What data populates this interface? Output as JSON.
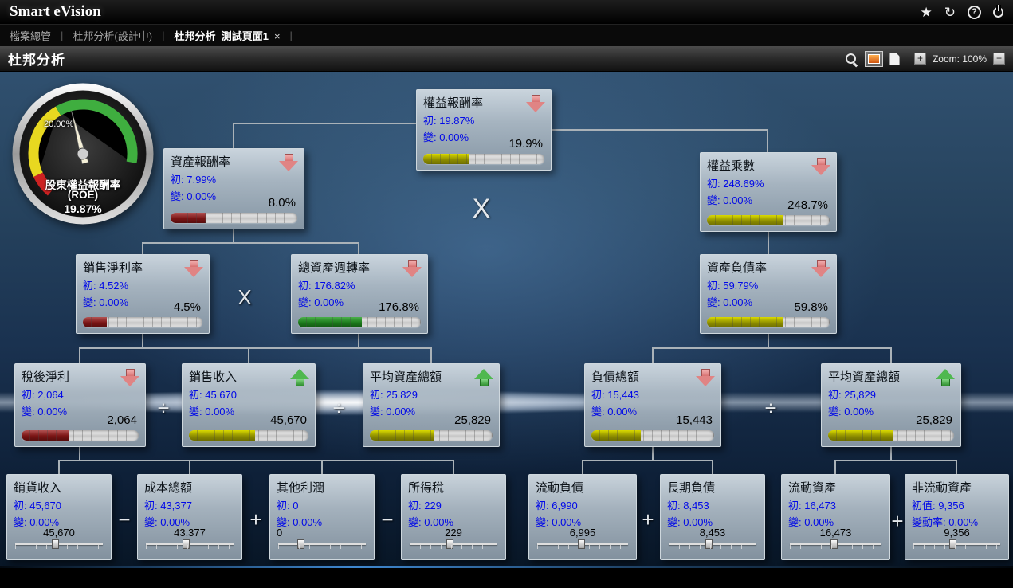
{
  "topbar": {
    "brand": "Smart eVision",
    "icons": {
      "star": "★",
      "refresh": "↻",
      "help": "?"
    }
  },
  "tabbar": {
    "separator": "|",
    "tabs": [
      {
        "label": "檔案總管"
      },
      {
        "label": "杜邦分析(設計中)"
      },
      {
        "label": "杜邦分析_測試頁面1",
        "close": "×"
      }
    ]
  },
  "titlebar": {
    "title": "杜邦分析",
    "zoom_in": "+",
    "zoom_label": "Zoom: 100%",
    "zoom_out": "−"
  },
  "gauge": {
    "tick_label": "20.00%",
    "title": "股東權益報酬率",
    "subtitle": "(ROE)",
    "value": "19.87%",
    "colors": {
      "low": "#cc2222",
      "mid": "#e8d820",
      "high": "#3fae3f"
    }
  },
  "operators": [
    "X",
    "X",
    "÷",
    "÷",
    "÷",
    "−",
    "+",
    "−",
    "+",
    "+"
  ],
  "nodes": {
    "roe": {
      "title": "權益報酬率",
      "init": "初: 19.87%",
      "change": "變: 0.00%",
      "value": "19.9%",
      "trend": "down",
      "bar_pct": 38,
      "bar_class": "olive"
    },
    "roa": {
      "title": "資產報酬率",
      "init": "初: 7.99%",
      "change": "變: 0.00%",
      "value": "8.0%",
      "trend": "down",
      "bar_pct": 28,
      "bar_class": "darkred"
    },
    "equity_multiplier": {
      "title": "權益乘數",
      "init": "初: 248.69%",
      "change": "變: 0.00%",
      "value": "248.7%",
      "trend": "down",
      "bar_pct": 62,
      "bar_class": "olive"
    },
    "net_profit_margin": {
      "title": "銷售淨利率",
      "init": "初: 4.52%",
      "change": "變: 0.00%",
      "value": "4.5%",
      "trend": "down",
      "bar_pct": 20,
      "bar_class": "darkred"
    },
    "asset_turnover": {
      "title": "總資產週轉率",
      "init": "初: 176.82%",
      "change": "變: 0.00%",
      "value": "176.8%",
      "trend": "down",
      "bar_pct": 52,
      "bar_class": "green"
    },
    "debt_ratio": {
      "title": "資產負債率",
      "init": "初: 59.79%",
      "change": "變: 0.00%",
      "value": "59.8%",
      "trend": "down",
      "bar_pct": 62,
      "bar_class": "olive"
    },
    "net_income": {
      "title": "稅後淨利",
      "init": "初: 2,064",
      "change": "變: 0.00%",
      "value": "2,064",
      "trend": "down",
      "bar_pct": 40,
      "bar_class": "darkred"
    },
    "sales_revenue": {
      "title": "銷售收入",
      "init": "初: 45,670",
      "change": "變: 0.00%",
      "value": "45,670",
      "trend": "up",
      "bar_pct": 55,
      "bar_class": "olive"
    },
    "avg_total_assets_left": {
      "title": "平均資產總額",
      "init": "初: 25,829",
      "change": "變: 0.00%",
      "value": "25,829",
      "trend": "up",
      "bar_pct": 52,
      "bar_class": "olive"
    },
    "total_liabilities": {
      "title": "負債總額",
      "init": "初: 15,443",
      "change": "變: 0.00%",
      "value": "15,443",
      "trend": "down",
      "bar_pct": 40,
      "bar_class": "olive"
    },
    "avg_total_assets_right": {
      "title": "平均資產總額",
      "init": "初: 25,829",
      "change": "變: 0.00%",
      "value": "25,829",
      "trend": "up",
      "bar_pct": 52,
      "bar_class": "olive"
    },
    "sales_revenue_detail": {
      "title": "銷貨收入",
      "init": "初: 45,670",
      "change": "變: 0.00%",
      "value": "45,670",
      "thumb_pct": 45
    },
    "total_cost": {
      "title": "成本總額",
      "init": "初: 43,377",
      "change": "變: 0.00%",
      "value": "43,377",
      "thumb_pct": 45
    },
    "other_profit": {
      "title": "其他利潤",
      "init": "初: 0",
      "change": "變: 0.00%",
      "value": "0",
      "thumb_pct": 25
    },
    "income_tax": {
      "title": "所得稅",
      "init": "初: 229",
      "change": "變: 0.00%",
      "value": "229",
      "thumb_pct": 45
    },
    "current_liabilities": {
      "title": "流動負債",
      "init": "初: 6,990",
      "change": "變: 0.00%",
      "value": "6,995",
      "thumb_pct": 48
    },
    "long_term_liabilities": {
      "title": "長期負債",
      "init": "初: 8,453",
      "change": "變: 0.00%",
      "value": "8,453",
      "thumb_pct": 45
    },
    "current_assets": {
      "title": "流動資產",
      "init": "初: 16,473",
      "change": "變: 0.00%",
      "value": "16,473",
      "thumb_pct": 48
    },
    "non_current_assets": {
      "title": "非流動資產",
      "init": "初值: 9,356",
      "change": "變動率: 0.00%",
      "value": "9,356",
      "thumb_pct": 45
    }
  },
  "colors": {
    "node_text_blue": "#0008e8",
    "bar_olive": "#9a9a00",
    "bar_darkred": "#7a1515",
    "bar_green": "#1c7a1c",
    "arrow_down_red": "#e08484",
    "arrow_up_green": "#4fb84f"
  }
}
